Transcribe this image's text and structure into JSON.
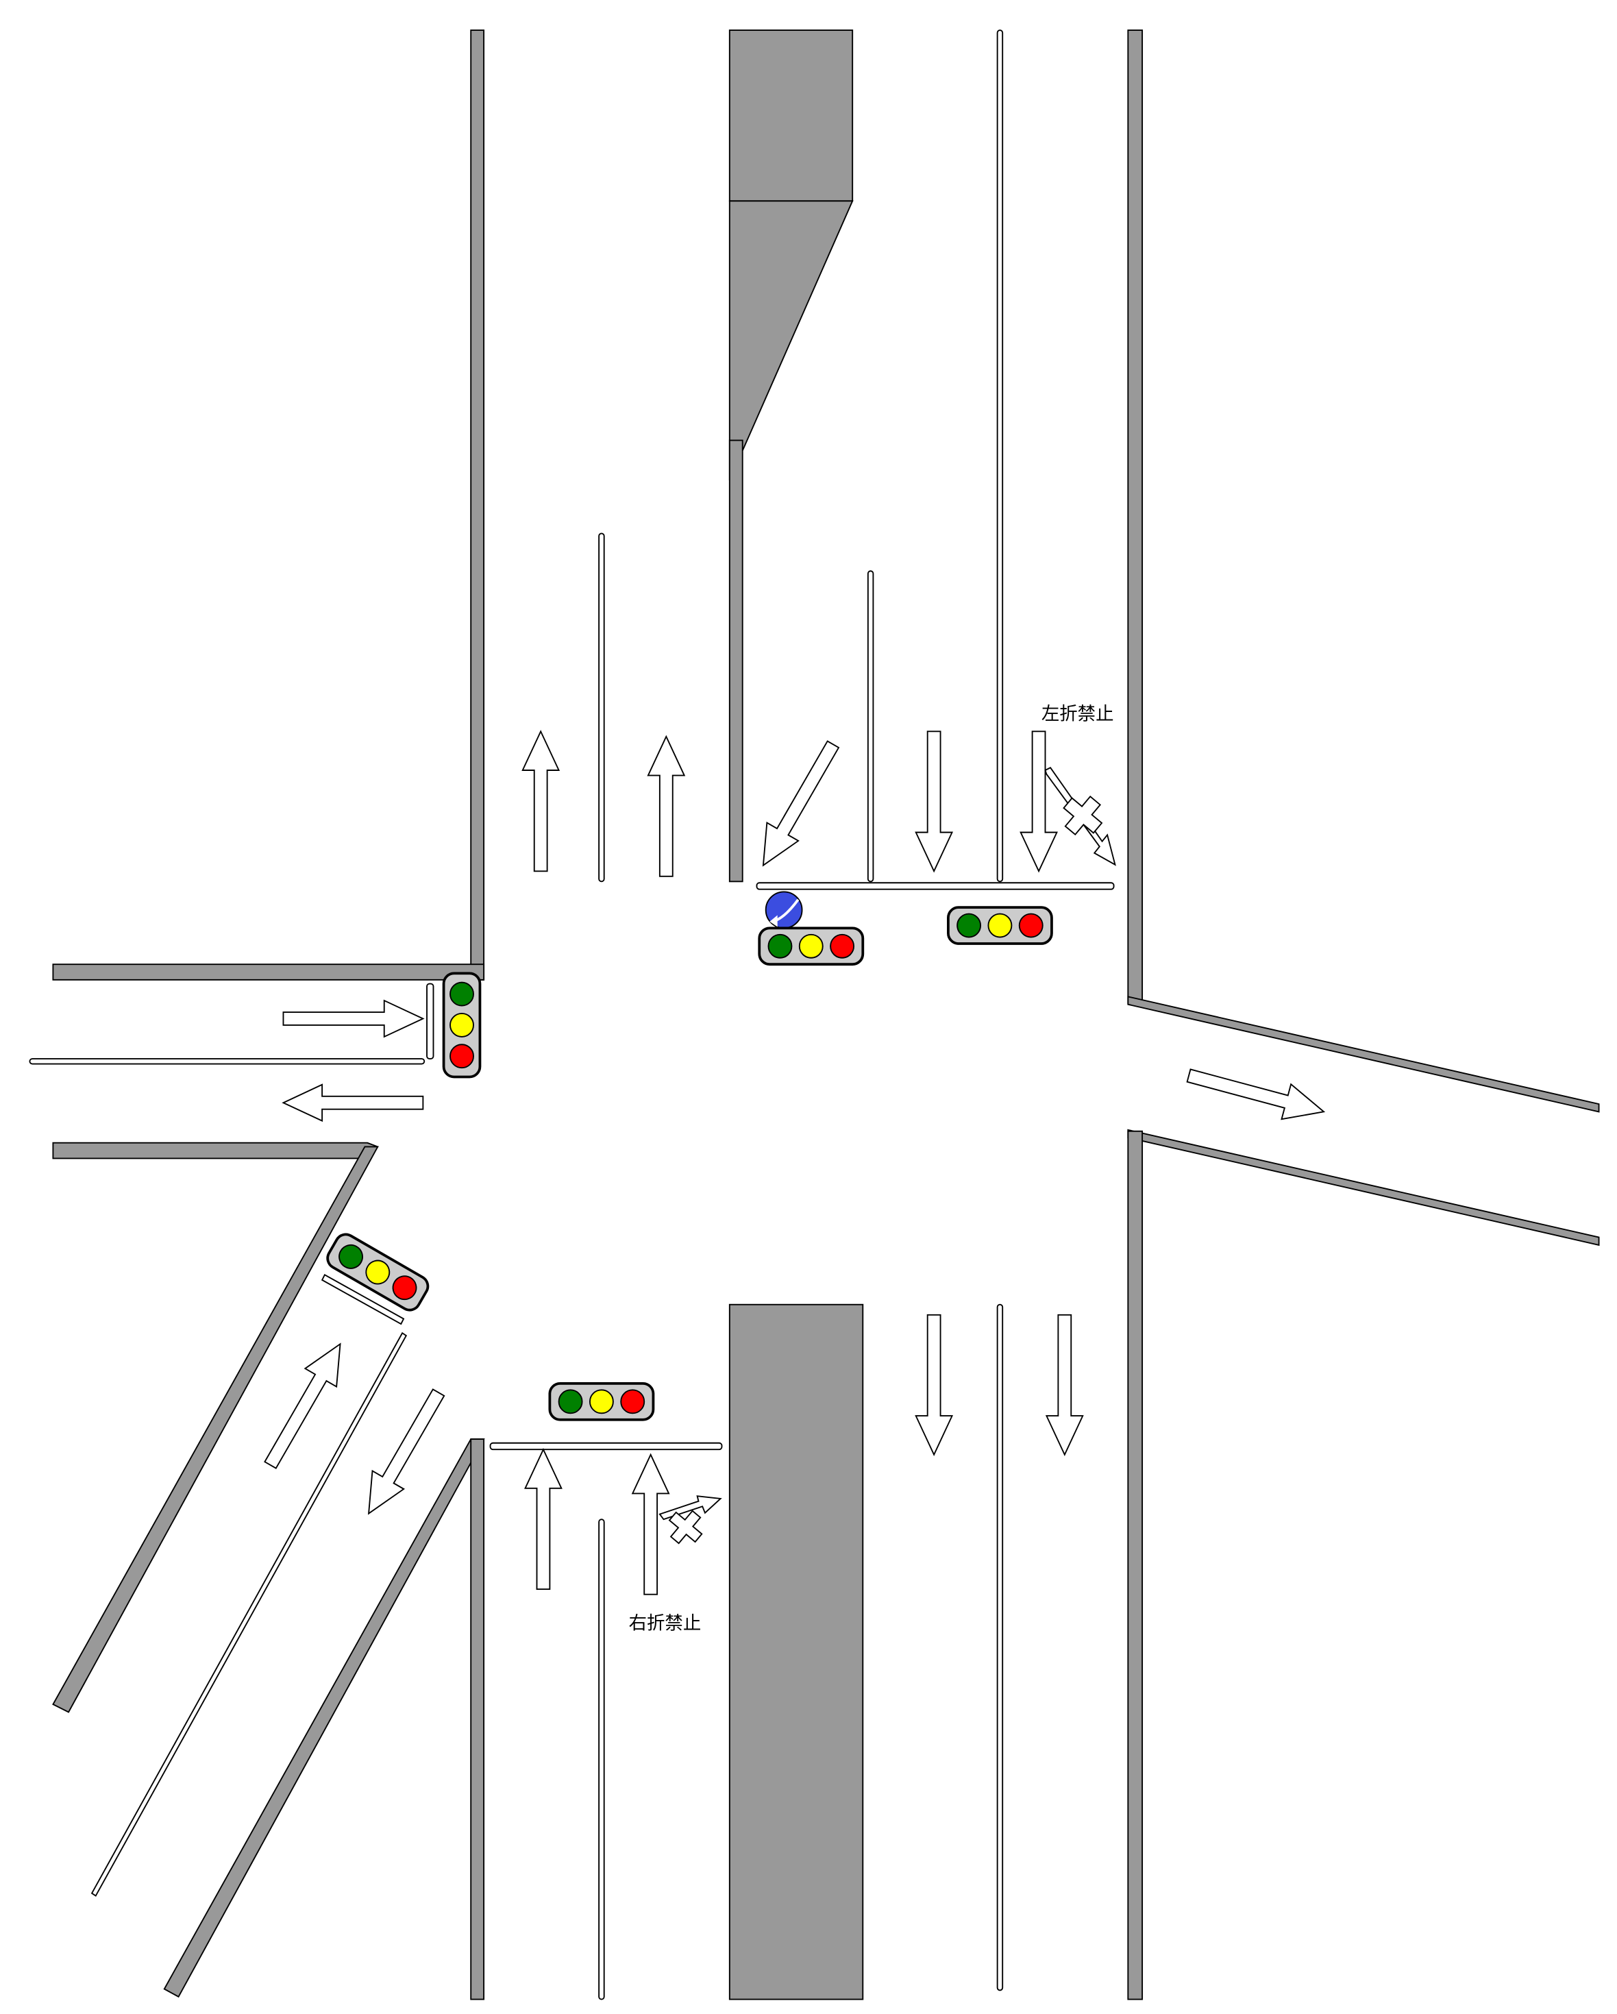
{
  "colors": {
    "background": "#ffffff",
    "curb": "#999999",
    "median": "#999999",
    "outline": "#000000",
    "arrow_fill": "#ffffff",
    "signal_housing": "#cccccc",
    "signal_green": "#008000",
    "signal_yellow": "#ffff00",
    "signal_red": "#ff0000",
    "sign_blue": "#3b4de0"
  },
  "signs": {
    "no_left_turn": "左折禁止",
    "no_right_turn": "右折禁止"
  },
  "traffic_signals": [
    {
      "id": "north-approach-left",
      "lights": [
        "green",
        "yellow",
        "red"
      ]
    },
    {
      "id": "north-approach-right",
      "lights": [
        "green",
        "yellow",
        "red"
      ]
    },
    {
      "id": "west-approach",
      "lights": [
        "green",
        "yellow",
        "red"
      ]
    },
    {
      "id": "southwest-approach",
      "lights": [
        "green",
        "yellow",
        "red"
      ]
    },
    {
      "id": "south-approach",
      "lights": [
        "green",
        "yellow",
        "red"
      ]
    }
  ],
  "icons": {
    "turn_sign": "blue-circle-left-turn-arrow-icon",
    "prohibited_turn": "cross-mark-icon"
  }
}
